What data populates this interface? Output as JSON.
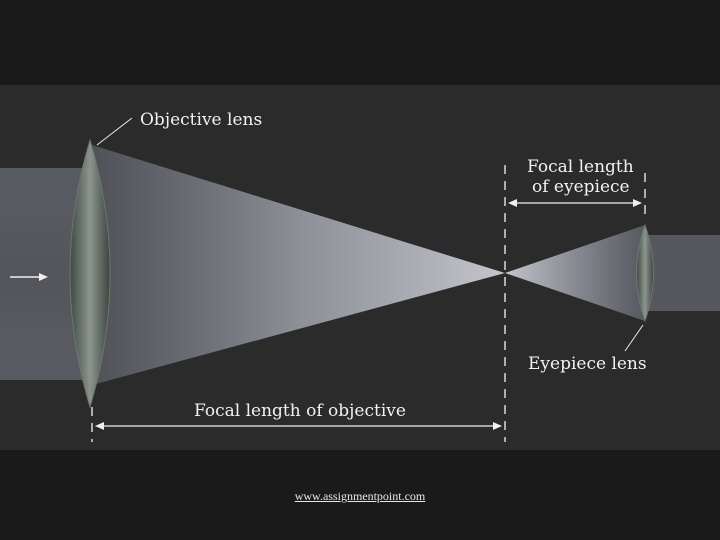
{
  "figure": {
    "labels": {
      "objective_lens": "Objective lens",
      "focal_eyepiece_line1": "Focal length",
      "focal_eyepiece_line2": "of eyepiece",
      "eyepiece_lens": "Eyepiece lens",
      "focal_objective": "Focal length of objective"
    }
  },
  "footer": {
    "link_text": "www.assignmentpoint.com"
  },
  "colors": {
    "page_background": "#1a1a1a",
    "figure_background": "#2b2b2b",
    "beam": "#b8bccb",
    "dashed_line": "#d9d9d9"
  }
}
